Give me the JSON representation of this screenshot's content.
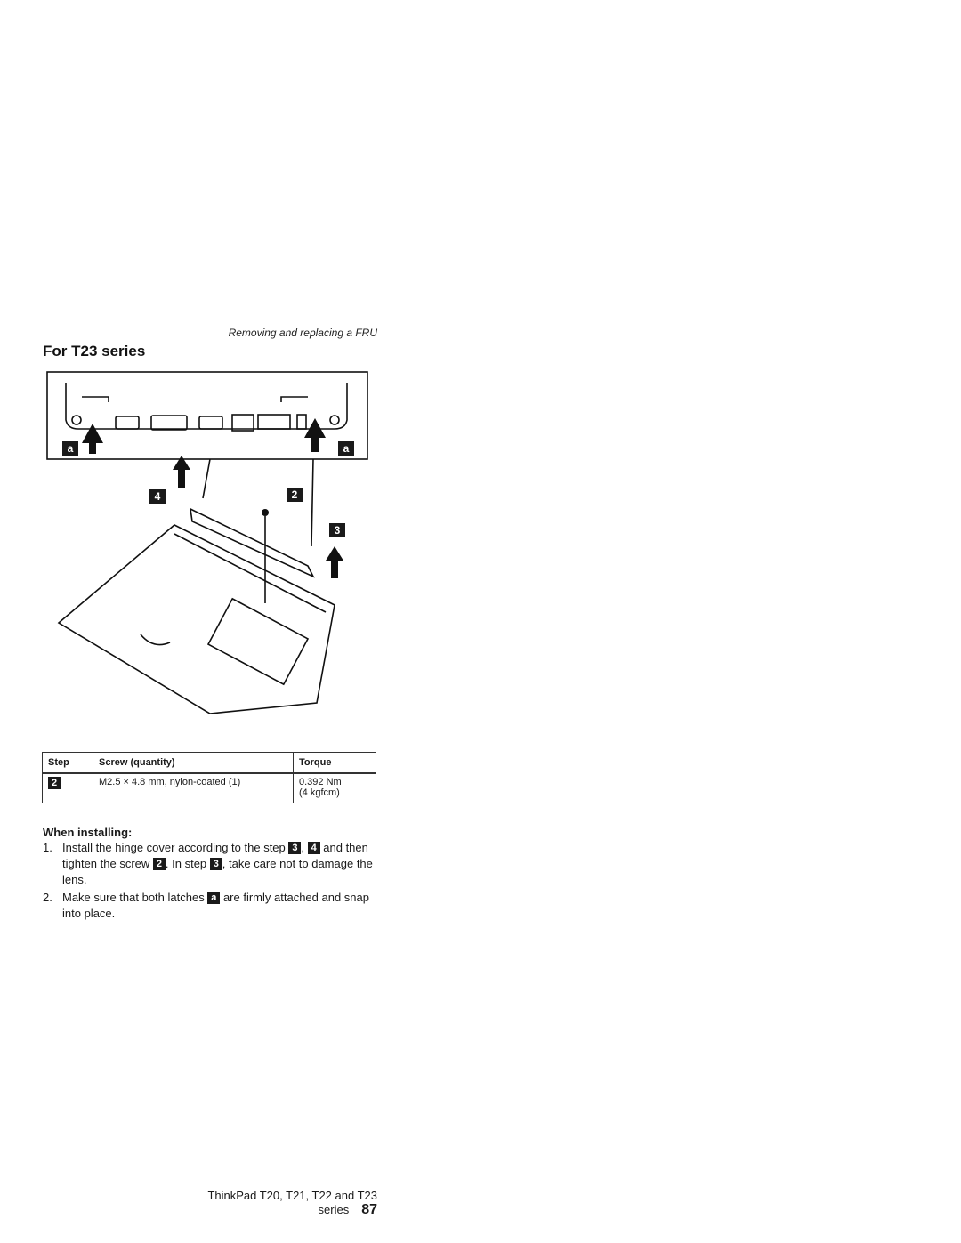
{
  "running_head": "Removing and replacing a FRU",
  "section_title": "For T23 series",
  "figure": {
    "callouts": [
      "a",
      "a",
      "4",
      "2",
      "3"
    ]
  },
  "table": {
    "headers": [
      "Step",
      "Screw (quantity)",
      "Torque"
    ],
    "row": {
      "step": "2",
      "screw": "M2.5 × 4.8 mm, nylon-coated (1)",
      "torque_line1": "0.392 Nm",
      "torque_line2": "(4 kgfcm)"
    }
  },
  "when_installing": {
    "heading": "When installing:",
    "item1": {
      "num": "1.",
      "part1": "Install the hinge cover according to the step",
      "callout_a": "3",
      "sep": ",",
      "callout_b": "4",
      "part2": "and then tighten the screw",
      "callout_c": "2",
      "part3": ". In step",
      "callout_d": "3",
      "part4": ", take care not to damage the lens."
    },
    "item2": {
      "num": "2.",
      "part1": "Make sure that both latches",
      "callout": "a",
      "part2": "are firmly attached and snap into place."
    }
  },
  "footer": {
    "title": "ThinkPad T20, T21, T22 and T23 series",
    "page_number": "87"
  }
}
